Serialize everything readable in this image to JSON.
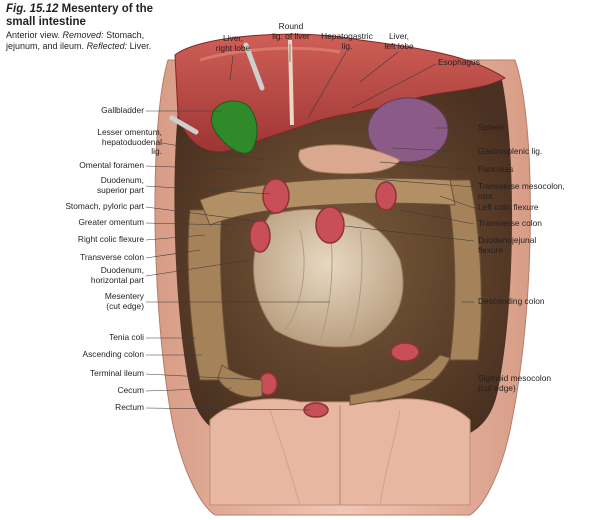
{
  "caption": {
    "fig_number": "Fig. 15.12",
    "fig_title": "Mesentery of the small intestine",
    "line1": "Anterior view.",
    "removed_label": "Removed:",
    "removed_text": "Stomach, jejunum, and ileum.",
    "reflected_label": "Reflected:",
    "reflected_text": "Liver."
  },
  "labels_left": {
    "gallbladder": "Gallbladder",
    "lesser_omentum": "Lesser omentum,\nhepatoduodenal\nlig.",
    "omental_foramen": "Omental foramen",
    "duodenum_superior": "Duodenum,\nsuperior part",
    "stomach_pyloric": "Stomach, pyloric part",
    "greater_omentum": "Greater omentum",
    "right_colic_flexure": "Right colic flexure",
    "transverse_colon_left": "Transverse colon",
    "duodenum_horizontal": "Duodenum,\nhorizontal part",
    "mesentery": "Mesentery\n(cut edge)",
    "tenia_coli": "Tenia coli",
    "ascending_colon": "Ascending colon",
    "terminal_ileum": "Terminal ileum",
    "cecum": "Cecum",
    "rectum": "Rectum"
  },
  "labels_top": {
    "liver_right": "Liver,\nright lobe",
    "round_lig": "Round\nlig. of liver",
    "hepatogastric": "Hepatogastric\nlig.",
    "liver_left": "Liver,\nleft lobe",
    "esophagus": "Esophagus"
  },
  "labels_right": {
    "spleen": "Spleen",
    "gastrosplenic": "Gastrosplenic lig.",
    "pancreas": "Pancreas",
    "transverse_mesocolon": "Transverse mesocolon,\nroot",
    "left_colic_flexure": "Left colic flexure",
    "transverse_colon_right": "Transverse colon",
    "duodenojejunal": "Duodenojejunal\nflexure",
    "descending_colon": "Descending colon",
    "sigmoid_mesocolon": "Sigmoid mesocolon\n(cut edge)"
  },
  "colors": {
    "skin": "#e9b9a4",
    "skin_dark": "#c98f7a",
    "liver": "#b5423f",
    "liver_light": "#d26a60",
    "gallbladder": "#2f8a2a",
    "spleen": "#8c5a86",
    "colon": "#a6825a",
    "colon_dark": "#6e5338",
    "mesentery": "#d8c3a8",
    "lumen": "#c84f57",
    "leader_line": "#3a3a3a"
  }
}
